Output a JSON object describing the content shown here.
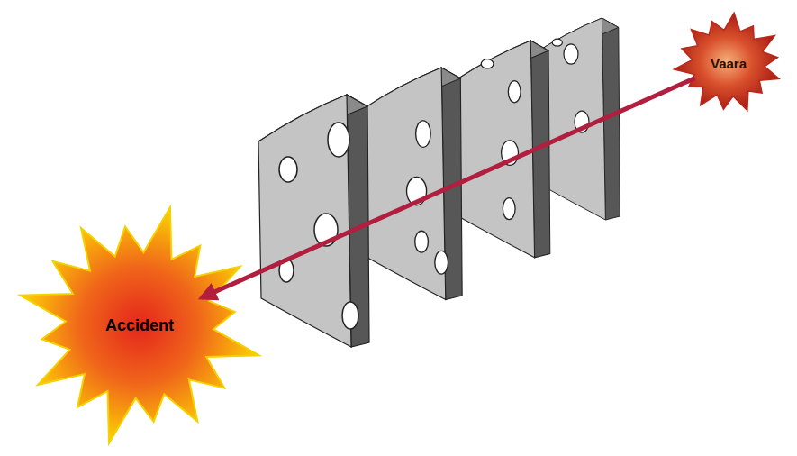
{
  "diagram": {
    "nodes": [
      {
        "text": [
          "Vaara"
        ]
      },
      {
        "text": [
          "Accident"
        ]
      }
    ],
    "edges": [
      {
        "from": 0,
        "to": 1,
        "arrow": "to"
      }
    ]
  }
}
